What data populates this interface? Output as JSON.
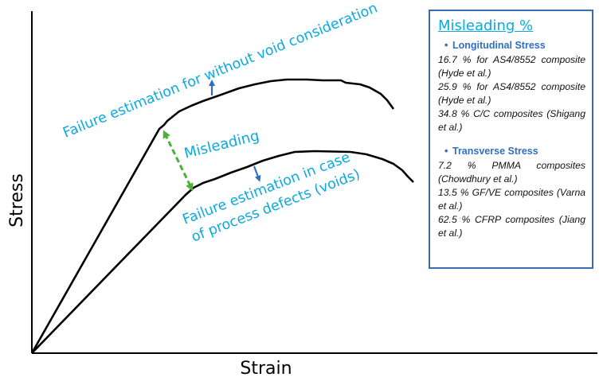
{
  "axes": {
    "y_label": "Stress",
    "x_label": "Strain"
  },
  "annotations": {
    "upper_curve_label": "Failure estimation for without void consideration",
    "misleading_label": "Misleading",
    "lower_curve_label_line1": "Failure estimation in case",
    "lower_curve_label_line2": "of process defects (voids)"
  },
  "colors": {
    "annotation_text": "#0aa9e0",
    "box_border": "#3a6bb0",
    "heading": "#2f6fbf",
    "misleading_arrow": "#4caf3a",
    "shift_arrow": "#2f6fbf"
  },
  "info_box": {
    "title": "Misleading %",
    "sections": [
      {
        "heading": "Longitudinal Stress",
        "entries": [
          "16.7 % for AS4/8552 composite (Hyde et al.)",
          "25.9 % for AS4/8552 composite (Hyde et al.)",
          "34.8 % C/C composites (Shigang et al.)"
        ]
      },
      {
        "heading": "Transverse Stress",
        "entries": [
          "7.2 % PMMA composites (Chowdhury et al.)",
          "13.5 % GF/VE composites (Varna et al.)",
          "62.5 % CFRP composites (Jiang et al.)"
        ]
      }
    ]
  }
}
